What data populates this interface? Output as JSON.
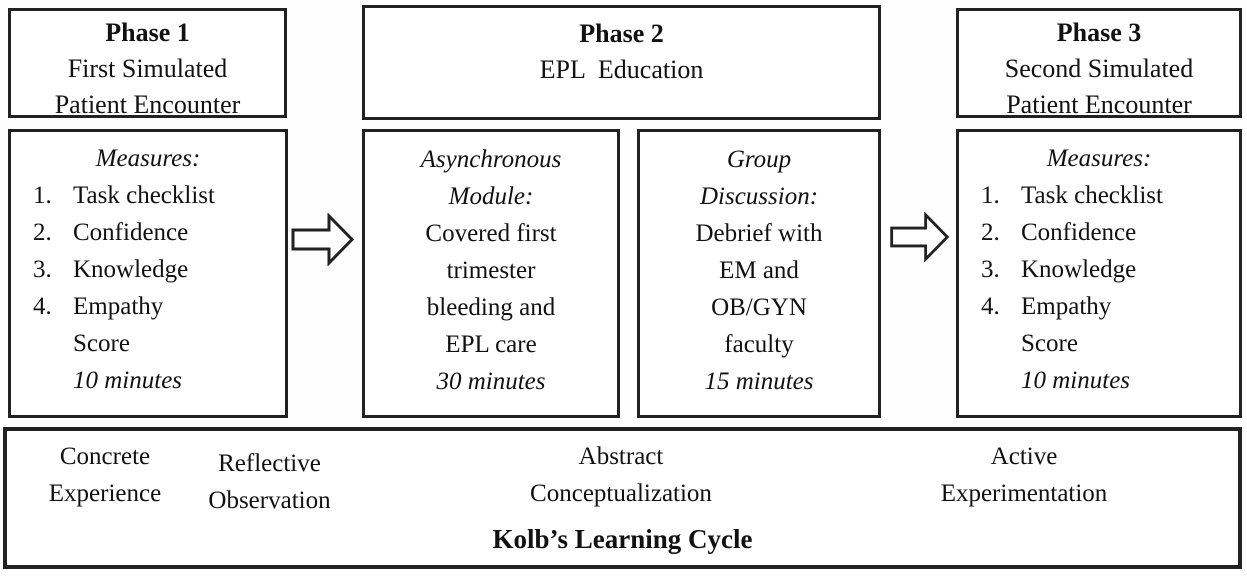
{
  "phase1": {
    "header": {
      "title": "Phase 1",
      "line1": "First Simulated",
      "line2": "Patient Encounter"
    },
    "measures": {
      "heading": "Measures:",
      "items": [
        {
          "num": "1.",
          "label": "Task checklist"
        },
        {
          "num": "2.",
          "label": "Confidence"
        },
        {
          "num": "3.",
          "label": "Knowledge"
        },
        {
          "num": "4.",
          "label": "Empathy"
        }
      ],
      "item4_line2": "Score",
      "duration": "10 minutes"
    }
  },
  "phase2": {
    "header": {
      "title": "Phase 2",
      "line1": "EPL  Education"
    },
    "async_module": {
      "heading_line1": "Asynchronous",
      "heading_line2": "Module:",
      "body_lines": [
        "Covered first",
        "trimester",
        "bleeding and",
        "EPL care"
      ],
      "duration": "30 minutes"
    },
    "group_discussion": {
      "heading_line1": "Group",
      "heading_line2": "Discussion:",
      "body_lines": [
        "Debrief with",
        "EM and",
        "OB/GYN",
        "faculty"
      ],
      "duration": "15 minutes"
    }
  },
  "phase3": {
    "header": {
      "title": "Phase 3",
      "line1": "Second Simulated",
      "line2": "Patient Encounter"
    },
    "measures": {
      "heading": "Measures:",
      "items": [
        {
          "num": "1.",
          "label": "Task checklist"
        },
        {
          "num": "2.",
          "label": "Confidence"
        },
        {
          "num": "3.",
          "label": "Knowledge"
        },
        {
          "num": "4.",
          "label": "Empathy"
        }
      ],
      "item4_line2": "Score",
      "duration": "10 minutes"
    }
  },
  "kolb": {
    "stages": [
      {
        "line1": "Concrete",
        "line2": "Experience"
      },
      {
        "line1": "Reflective",
        "line2": "Observation"
      },
      {
        "line1": "Abstract",
        "line2": "Conceptualization"
      },
      {
        "line1": "Active",
        "line2": "Experimentation"
      }
    ],
    "title": "Kolb’s Learning Cycle"
  },
  "colors": {
    "border": "#222222",
    "text": "#111111",
    "background": "#ffffff"
  }
}
